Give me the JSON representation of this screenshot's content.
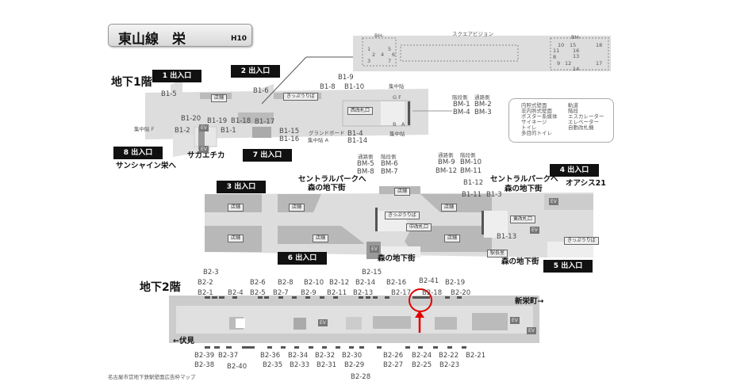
{
  "header": {
    "title": "東山線　栄",
    "code": "H10"
  },
  "floors": {
    "b1": "地下1階",
    "b2": "地下2階"
  },
  "exits": [
    "1 出入口",
    "2 出入口",
    "3 出入口",
    "4 出入口",
    "5 出入口",
    "6 出入口",
    "7 出入口",
    "8 出入口"
  ],
  "places": {
    "sunshine": "サンシャイン栄へ",
    "sakaechika": "サカエチカ",
    "central_park_1": "セントラルパークへ",
    "mori_1": "森の地下街",
    "central_park_2": "セントラルパークへ",
    "mori_2": "森の地下街",
    "mori_3": "森の地下街",
    "mori_4": "森の地下街",
    "oasis": "オアシス21"
  },
  "b1_ads": [
    "B1-1",
    "B1-2",
    "B1-3",
    "B1-4",
    "B1-5",
    "B1-6",
    "B1-8",
    "B1-9",
    "B1-10",
    "B1-11",
    "B1-12",
    "B1-13",
    "B1-14",
    "B1-15",
    "B1-16",
    "B1-17",
    "B1-18",
    "B1-19",
    "B1-20"
  ],
  "b1_misc": {
    "shuchu_f": "集中貼 F",
    "shuchu_a": "集中貼 A",
    "grand_board": "グランドボード",
    "shuchu_gf": "集中貼",
    "gf": "G F",
    "ba": "B　A",
    "shuchu_ba": "集中貼",
    "shop": "店舗",
    "ticket": "きっぷうりば",
    "west_gate": "西改札口",
    "middle_gate": "中改札口",
    "east_gate": "東改札口",
    "station_office": "駅長室",
    "ev": "EV"
  },
  "bm": {
    "passage": "通路側",
    "stairs": "階段側",
    "labels": [
      "BM-1",
      "BM-2",
      "BM-3",
      "BM-4",
      "BM-5",
      "BM-6",
      "BM-7",
      "BM-8",
      "BM-9",
      "BM-10",
      "BM-11",
      "BM-12"
    ]
  },
  "detail": {
    "bh": "BH-",
    "square_vision": "スクエアビジョン",
    "left_nums": [
      "1",
      "2",
      "3",
      "4",
      "5",
      "6",
      "7"
    ],
    "right_nums": [
      "8",
      "9",
      "10",
      "11",
      "12",
      "13",
      "14",
      "15",
      "16",
      "17",
      "18"
    ]
  },
  "legend": {
    "items": [
      "内照式壁面",
      "非内照式壁面",
      "ポスター系媒体",
      "サイネージ",
      "トイレ",
      "多目的トイレ",
      "軌道",
      "階段",
      "エスカレーター",
      "エレベーター",
      "自動改札機"
    ]
  },
  "b2_ads": [
    "B2-1",
    "B2-2",
    "B2-3",
    "B2-4",
    "B2-5",
    "B2-6",
    "B2-7",
    "B2-8",
    "B2-9",
    "B2-10",
    "B2-11",
    "B2-12",
    "B2-13",
    "B2-14",
    "B2-15",
    "B2-16",
    "B2-17",
    "B2-18",
    "B2-19",
    "B2-20",
    "B2-21",
    "B2-22",
    "B2-23",
    "B2-24",
    "B2-25",
    "B2-26",
    "B2-27",
    "B2-28",
    "B2-29",
    "B2-30",
    "B2-31",
    "B2-32",
    "B2-33",
    "B2-34",
    "B2-35",
    "B2-36",
    "B2-37",
    "B2-38",
    "B2-39",
    "B2-40",
    "B2-41"
  ],
  "directions": {
    "east": "新栄町→",
    "west": "←伏見"
  },
  "footer": "名古屋市営地下鉄駅壁面広告枠マップ",
  "colors": {
    "concourse": "#d9d9d9",
    "shops": "#b3b3b3",
    "highlight": "#e00000"
  }
}
